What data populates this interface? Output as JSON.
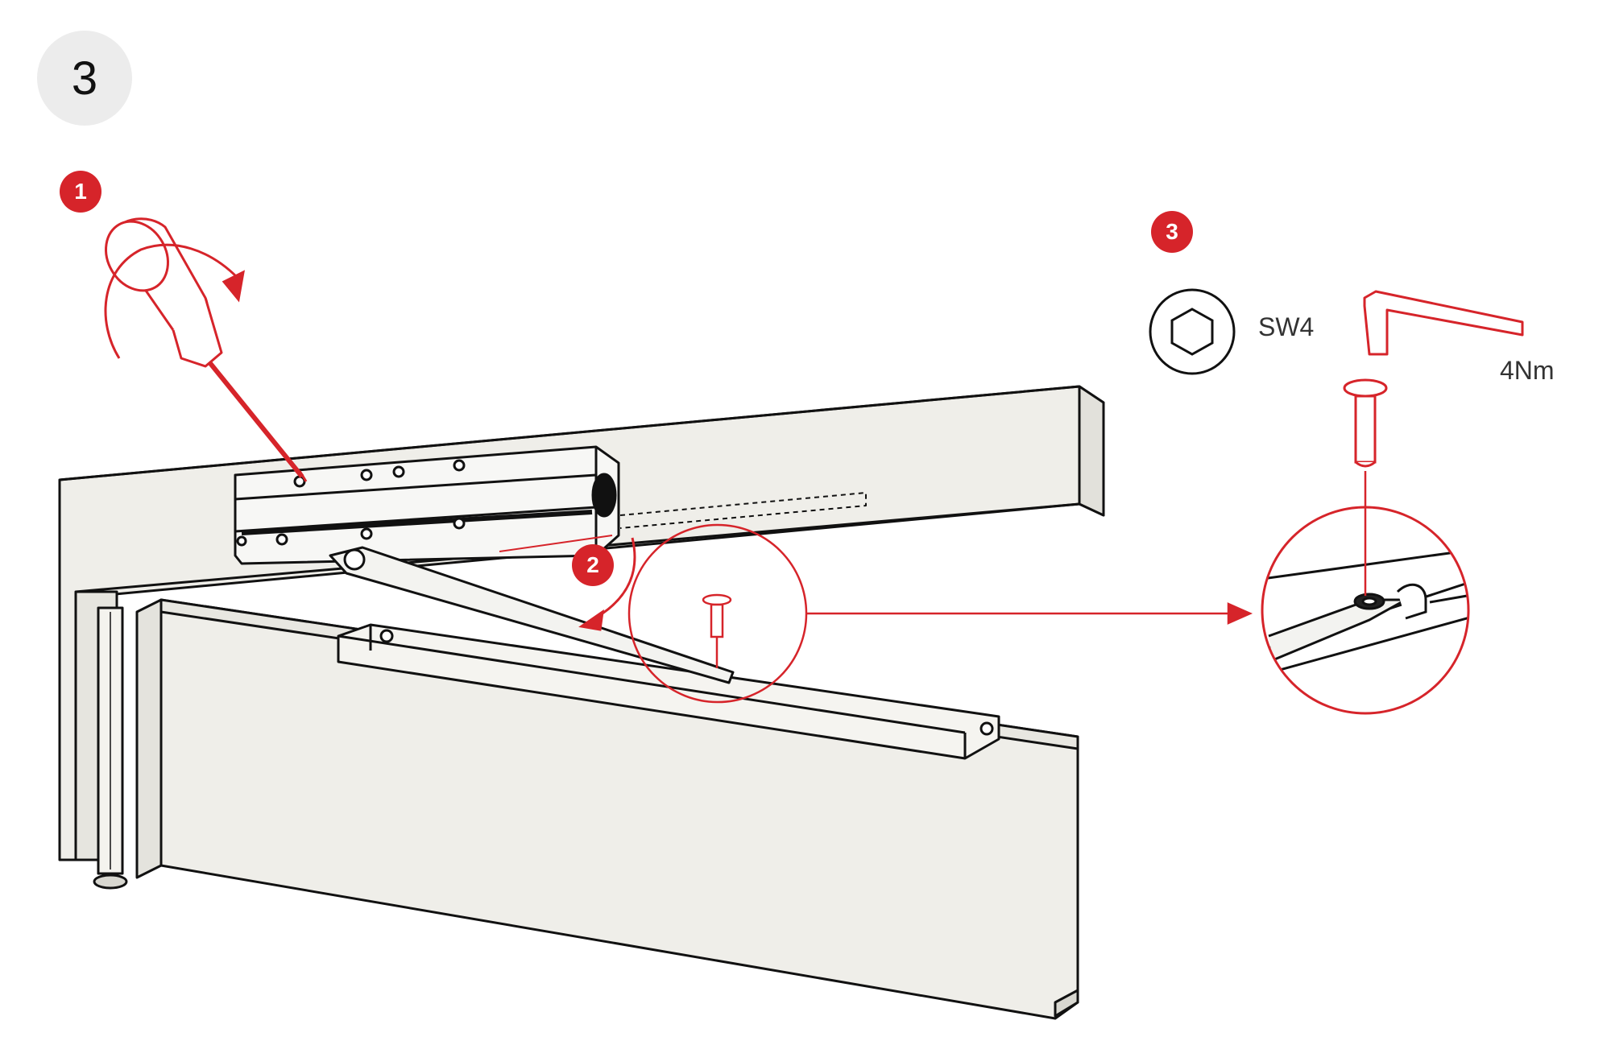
{
  "step": {
    "number": "3"
  },
  "markers": [
    {
      "label": "1"
    },
    {
      "label": "2"
    },
    {
      "label": "3"
    }
  ],
  "tool": {
    "hex_size": "SW4",
    "torque": "4Nm",
    "icon": "hex-key-icon"
  },
  "colors": {
    "accent": "#d6242a",
    "wall": "#efeee9",
    "line": "#111111"
  }
}
